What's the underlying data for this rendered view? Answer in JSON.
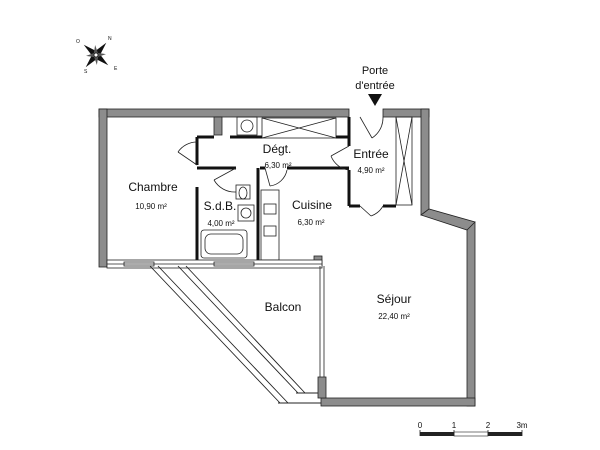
{
  "entrance": {
    "line1": "Porte",
    "line2": "d'entrée"
  },
  "rooms": {
    "chambre": {
      "name": "Chambre",
      "area": "10,90 m²"
    },
    "degt": {
      "name": "Dégt.",
      "area": "6,30 m²"
    },
    "entree": {
      "name": "Entrée",
      "area": "4,90 m²"
    },
    "sdb": {
      "name": "S.d.B.",
      "area": "4,00 m²"
    },
    "cuisine": {
      "name": "Cuisine",
      "area": "6,30 m²"
    },
    "balcon": {
      "name": "Balcon"
    },
    "sejour": {
      "name": "Séjour",
      "area": "22,40 m²"
    }
  },
  "scale_bar": {
    "ticks": [
      "0",
      "1",
      "2",
      "3m"
    ]
  },
  "icons": {
    "compass": "compass-rose-icon",
    "arrow": "entrance-arrow-icon"
  },
  "colors": {
    "wall": "#8c8c8c",
    "line": "#222222",
    "background": "#ffffff"
  }
}
